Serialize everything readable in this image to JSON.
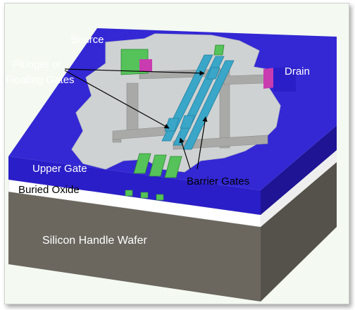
{
  "labels": {
    "source": "Source",
    "drain": "Drain",
    "plunger_line1": "Plunger or",
    "plunger_line2": "Floating Gates",
    "barrier_gates": "Barrier Gates",
    "upper_gate": "Upper Gate",
    "buried_oxide": "Buried Oxide",
    "silicon_handle_wafer": "Silicon Handle Wafer"
  },
  "colors": {
    "upper_gate": "#2a1ec8",
    "upper_gate_side": "#1e1494",
    "island": "#cfd2d3",
    "oxide_layer": "#ffffff",
    "silicon": "#6b675f",
    "silicon_side": "#55524b",
    "gate_fin": "#3aa6c8",
    "contact": "#55c25a",
    "contact_magenta": "#c83cb0",
    "structure_gray": "#a9aaa8"
  }
}
